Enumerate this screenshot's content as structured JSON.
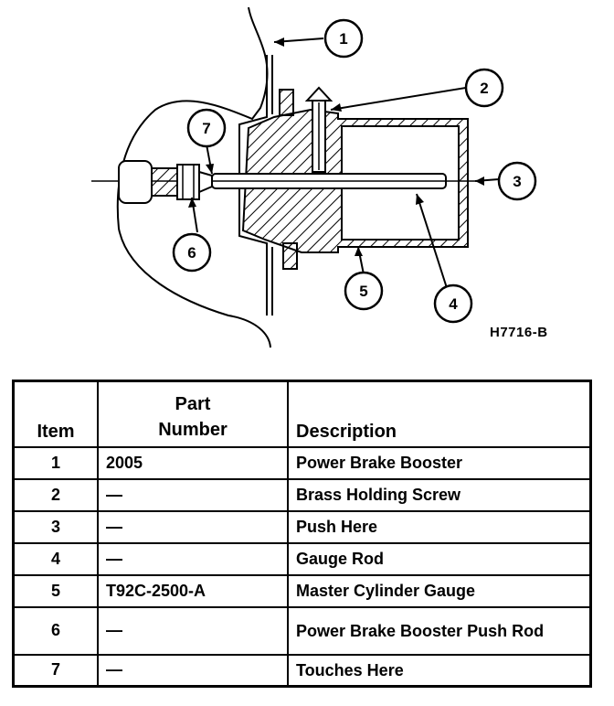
{
  "figure": {
    "id": "H7716-B",
    "callouts": [
      "1",
      "2",
      "3",
      "4",
      "5",
      "6",
      "7"
    ]
  },
  "table": {
    "headers": {
      "item": "Item",
      "part_line1": "Part",
      "part_line2": "Number",
      "description": "Description"
    },
    "rows": [
      {
        "item": "1",
        "part": "2005",
        "description": "Power Brake Booster"
      },
      {
        "item": "2",
        "part": "—",
        "description": "Brass Holding Screw"
      },
      {
        "item": "3",
        "part": "—",
        "description": "Push Here"
      },
      {
        "item": "4",
        "part": "—",
        "description": "Gauge Rod"
      },
      {
        "item": "5",
        "part": "T92C-2500-A",
        "description": "Master Cylinder Gauge"
      },
      {
        "item": "6",
        "part": "—",
        "description": "Power Brake Booster Push Rod"
      },
      {
        "item": "7",
        "part": "—",
        "description": "Touches Here"
      }
    ]
  }
}
